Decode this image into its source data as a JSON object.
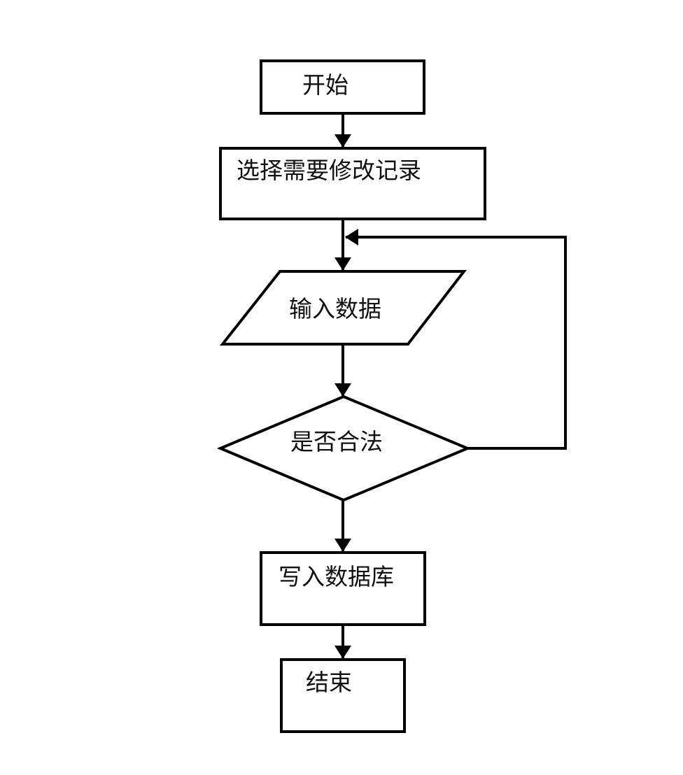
{
  "diagram": {
    "kind": "flowchart",
    "nodes": {
      "start": {
        "label": "开始",
        "shape": "rectangle"
      },
      "select": {
        "label": "选择需要修改记录",
        "shape": "rectangle"
      },
      "input": {
        "label": "输入数据",
        "shape": "parallelogram"
      },
      "decision": {
        "label": "是否合法",
        "shape": "diamond"
      },
      "write": {
        "label": "写入数据库",
        "shape": "rectangle"
      },
      "end": {
        "label": "结束",
        "shape": "rectangle"
      }
    },
    "edges": [
      {
        "from": "start",
        "to": "select"
      },
      {
        "from": "select",
        "to": "input"
      },
      {
        "from": "input",
        "to": "decision"
      },
      {
        "from": "decision",
        "to": "write"
      },
      {
        "from": "decision",
        "to": "input"
      }
    ],
    "colors": {
      "line": "#000000",
      "text": "#111111",
      "background": "#ffffff"
    }
  }
}
